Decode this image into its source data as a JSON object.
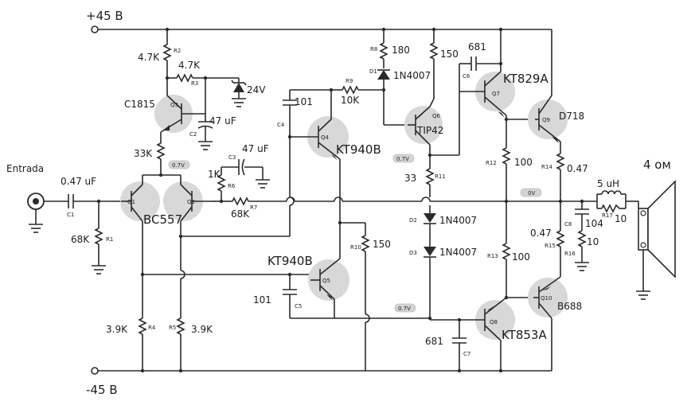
{
  "supply": {
    "pos": "+45 B",
    "neg": "-45 B"
  },
  "input": {
    "label": "Entrada"
  },
  "speaker": {
    "label": "4 ом"
  },
  "transistors": [
    {
      "ref": "Q1",
      "part": "BC557"
    },
    {
      "ref": "Q2",
      "part": "BC557"
    },
    {
      "ref": "Q3",
      "part": "C1815"
    },
    {
      "ref": "Q4",
      "part": "KT940B"
    },
    {
      "ref": "Q5",
      "part": "KT940B"
    },
    {
      "ref": "Q6",
      "part": "TIP42"
    },
    {
      "ref": "Q7",
      "part": "KT829A"
    },
    {
      "ref": "Q8",
      "part": "KT853A"
    },
    {
      "ref": "Q9",
      "part": "D718"
    },
    {
      "ref": "Q10",
      "part": "B688"
    }
  ],
  "resistors": [
    {
      "ref": "R1",
      "value": "68K"
    },
    {
      "ref": "R2",
      "value": "4.7K"
    },
    {
      "ref": "R3",
      "value": "4.7K"
    },
    {
      "ref": "R4",
      "value": "3.9K"
    },
    {
      "ref": "R5",
      "value": "3.9K"
    },
    {
      "ref": "R6",
      "value": "1K"
    },
    {
      "ref": "R7",
      "value": "68K"
    },
    {
      "ref": "R8",
      "value": "180"
    },
    {
      "ref": "R9",
      "value": "10K"
    },
    {
      "ref": "R10",
      "value": "150"
    },
    {
      "ref": "R11",
      "value": "33"
    },
    {
      "ref": "R12",
      "value": "100"
    },
    {
      "ref": "R13",
      "value": "100"
    },
    {
      "ref": "R14",
      "value": "0.47"
    },
    {
      "ref": "R15",
      "value": "0.47"
    },
    {
      "ref": "R16",
      "value": "10"
    },
    {
      "ref": "R17",
      "value": "10"
    },
    {
      "ref": "Q3_coll",
      "value": "33K"
    },
    {
      "ref": "Q6_emit",
      "value": "150"
    }
  ],
  "capacitors": [
    {
      "ref": "C1",
      "value": "0.47 uF"
    },
    {
      "ref": "C2",
      "value": "47 uF"
    },
    {
      "ref": "C3",
      "value": "47 uF"
    },
    {
      "ref": "C4",
      "value": "101"
    },
    {
      "ref": "C5",
      "value": "101"
    },
    {
      "ref": "C6",
      "value": "681"
    },
    {
      "ref": "C7",
      "value": "681"
    },
    {
      "ref": "C8",
      "value": "104"
    }
  ],
  "diodes": [
    {
      "ref": "D1",
      "value": "1N4007"
    },
    {
      "ref": "D2",
      "value": "1N4007"
    },
    {
      "ref": "D3",
      "value": "1N4007"
    }
  ],
  "zener": {
    "value": "24V"
  },
  "inductor": {
    "value": "5 uH"
  },
  "voltage_tags": [
    "0.7V",
    "0.7V",
    "0.7V",
    "0V"
  ]
}
